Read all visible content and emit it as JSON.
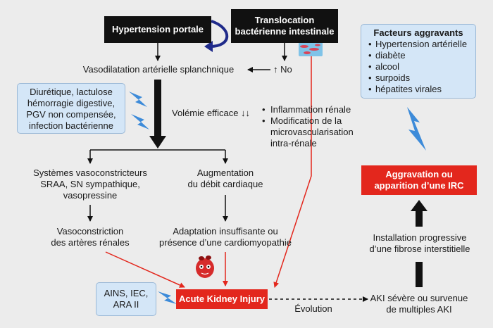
{
  "nodes": {
    "hypertension_portale": "Hypertension portale",
    "translocation_line1": "Translocation",
    "translocation_line2": "bactérienne intestinale",
    "vasodilatation": "Vasodilatation artérielle splanchnique",
    "no": "↑ No",
    "volemie": "Volémie efficace ↓↓",
    "systemes_line1": "Systèmes vasoconstricteurs",
    "systemes_line2": "SRAA, SN sympathique,",
    "systemes_line3": "vasopressine",
    "augmentation_line1": "Augmentation",
    "augmentation_line2": "du débit cardiaque",
    "vasoconstriction_line1": "Vasoconstriction",
    "vasoconstriction_line2": "des artères rénales",
    "adaptation_line1": "Adaptation insuffisante ou",
    "adaptation_line2": "présence d’une cardiomyopathie",
    "aki": "Acute Kidney Injury",
    "inflammation_items": [
      "Inflammation rénale",
      "Modification de la",
      "microvascularisation",
      "intra-rénale"
    ],
    "evolution": "Évolution",
    "aki_severe_line1": "AKI sévère ou survenue",
    "aki_severe_line2": "de multiples AKI",
    "installation_line1": "Installation progressive",
    "installation_line2": "d’une fibrose interstitielle",
    "aggravation_line1": "Aggravation ou",
    "aggravation_line2": "apparition d’une IRC"
  },
  "diuretique_box": {
    "lines": [
      "Diurétique, lactulose",
      "hémorragie digestive,",
      "PGV non compensée,",
      "infection bactérienne"
    ]
  },
  "ains_box": {
    "lines": [
      "AINS, IEC,",
      "ARA II"
    ]
  },
  "facteurs": {
    "title": "Facteurs aggravants",
    "items": [
      "Hypertension artérielle",
      "diabète",
      "alcool",
      "surpoids",
      "hépatites virales"
    ]
  },
  "icons": {
    "bolt": "lightning-bolt-icon",
    "curved_arrow": "curved-arrow-icon",
    "bacteria": "bacteria-icon",
    "heart": "heart-character-icon"
  },
  "colors": {
    "background": "#ececec",
    "black_box": "#111111",
    "red_box": "#e3271d",
    "blue_box": "#d4e6f7",
    "bolt": "#3d8bd9",
    "red_arrow": "#e3271d",
    "curved_arrow": "#1f2a8a"
  }
}
